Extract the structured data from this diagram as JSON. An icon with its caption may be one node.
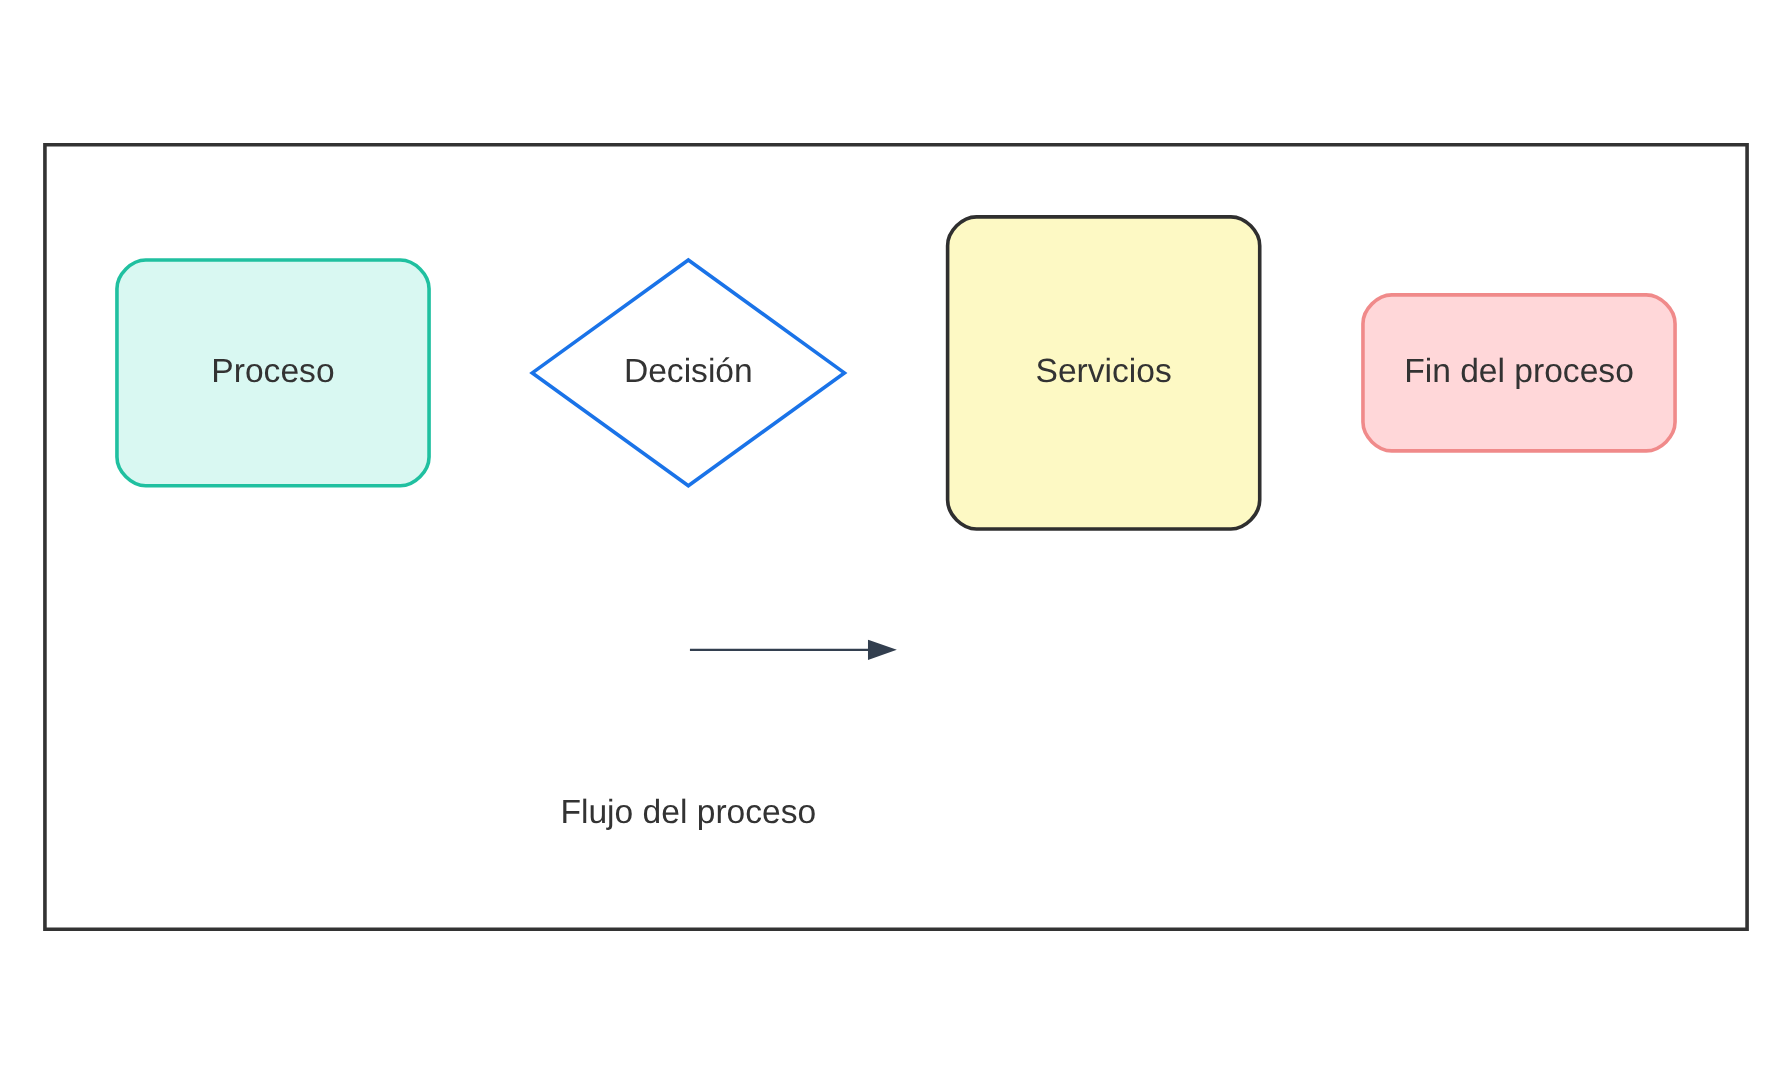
{
  "diagram": {
    "nodes": [
      {
        "text": [],
        "shape": "box"
      },
      {
        "text": [
          "Proceso"
        ],
        "in": 0
      },
      {
        "text": [
          "Decisión"
        ],
        "in": 0
      },
      {
        "text": [
          "Servicios"
        ],
        "in": 0
      },
      {
        "text": [
          "Fin del proceso"
        ],
        "in": 0
      }
    ],
    "legend": [
      {
        "text": "Flujo del proceso"
      }
    ]
  }
}
